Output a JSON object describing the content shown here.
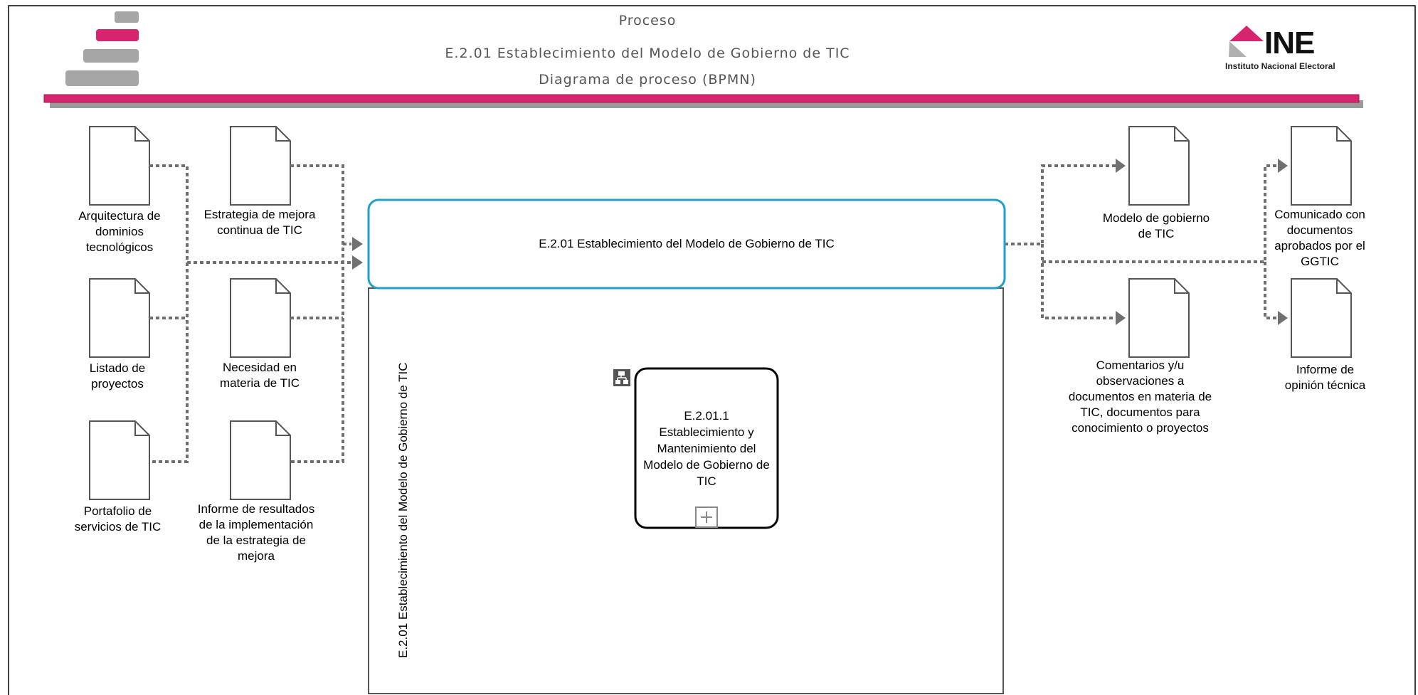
{
  "header": {
    "line1": "Proceso",
    "line2": "E.2.01 Establecimiento del Modelo de Gobierno de TIC",
    "line3": "Diagrama de proceso (BPMN)"
  },
  "logo": {
    "brand": "INE",
    "subtitle": "Instituto Nacional Electoral",
    "accent_color": "#d6246e",
    "gray_color": "#a6a6a6"
  },
  "inputs": [
    "Arquitectura de dominios tecnológicos",
    "Estrategia de mejora continua de TIC",
    "Listado de proyectos",
    "Necesidad en materia de TIC",
    "Portafolio de servicios de TIC",
    "Informe de resultados de la implementación de la estrategia de mejora"
  ],
  "outputs": [
    "Modelo de gobierno de TIC",
    "Comunicado con documentos aprobados por el GGTIC",
    "Comentarios y/u observaciones a documentos en materia de TIC, documentos para conocimiento o proyectos",
    "Informe de opinión técnica"
  ],
  "process": {
    "header_label": "E.2.01 Establecimiento del Modelo de Gobierno de TIC",
    "lane_label": "E.2.01 Establecimiento del Modelo de Gobierno de TIC",
    "subprocess": {
      "line1": "E.2.01.1",
      "line2": "Establecimiento y Mantenimiento del Modelo de Gobierno de TIC"
    }
  },
  "colors": {
    "pink_bar": "#d6246e",
    "gray_bar": "#9a9a9a",
    "process_border": "#22a0c8",
    "connector": "#707070"
  }
}
